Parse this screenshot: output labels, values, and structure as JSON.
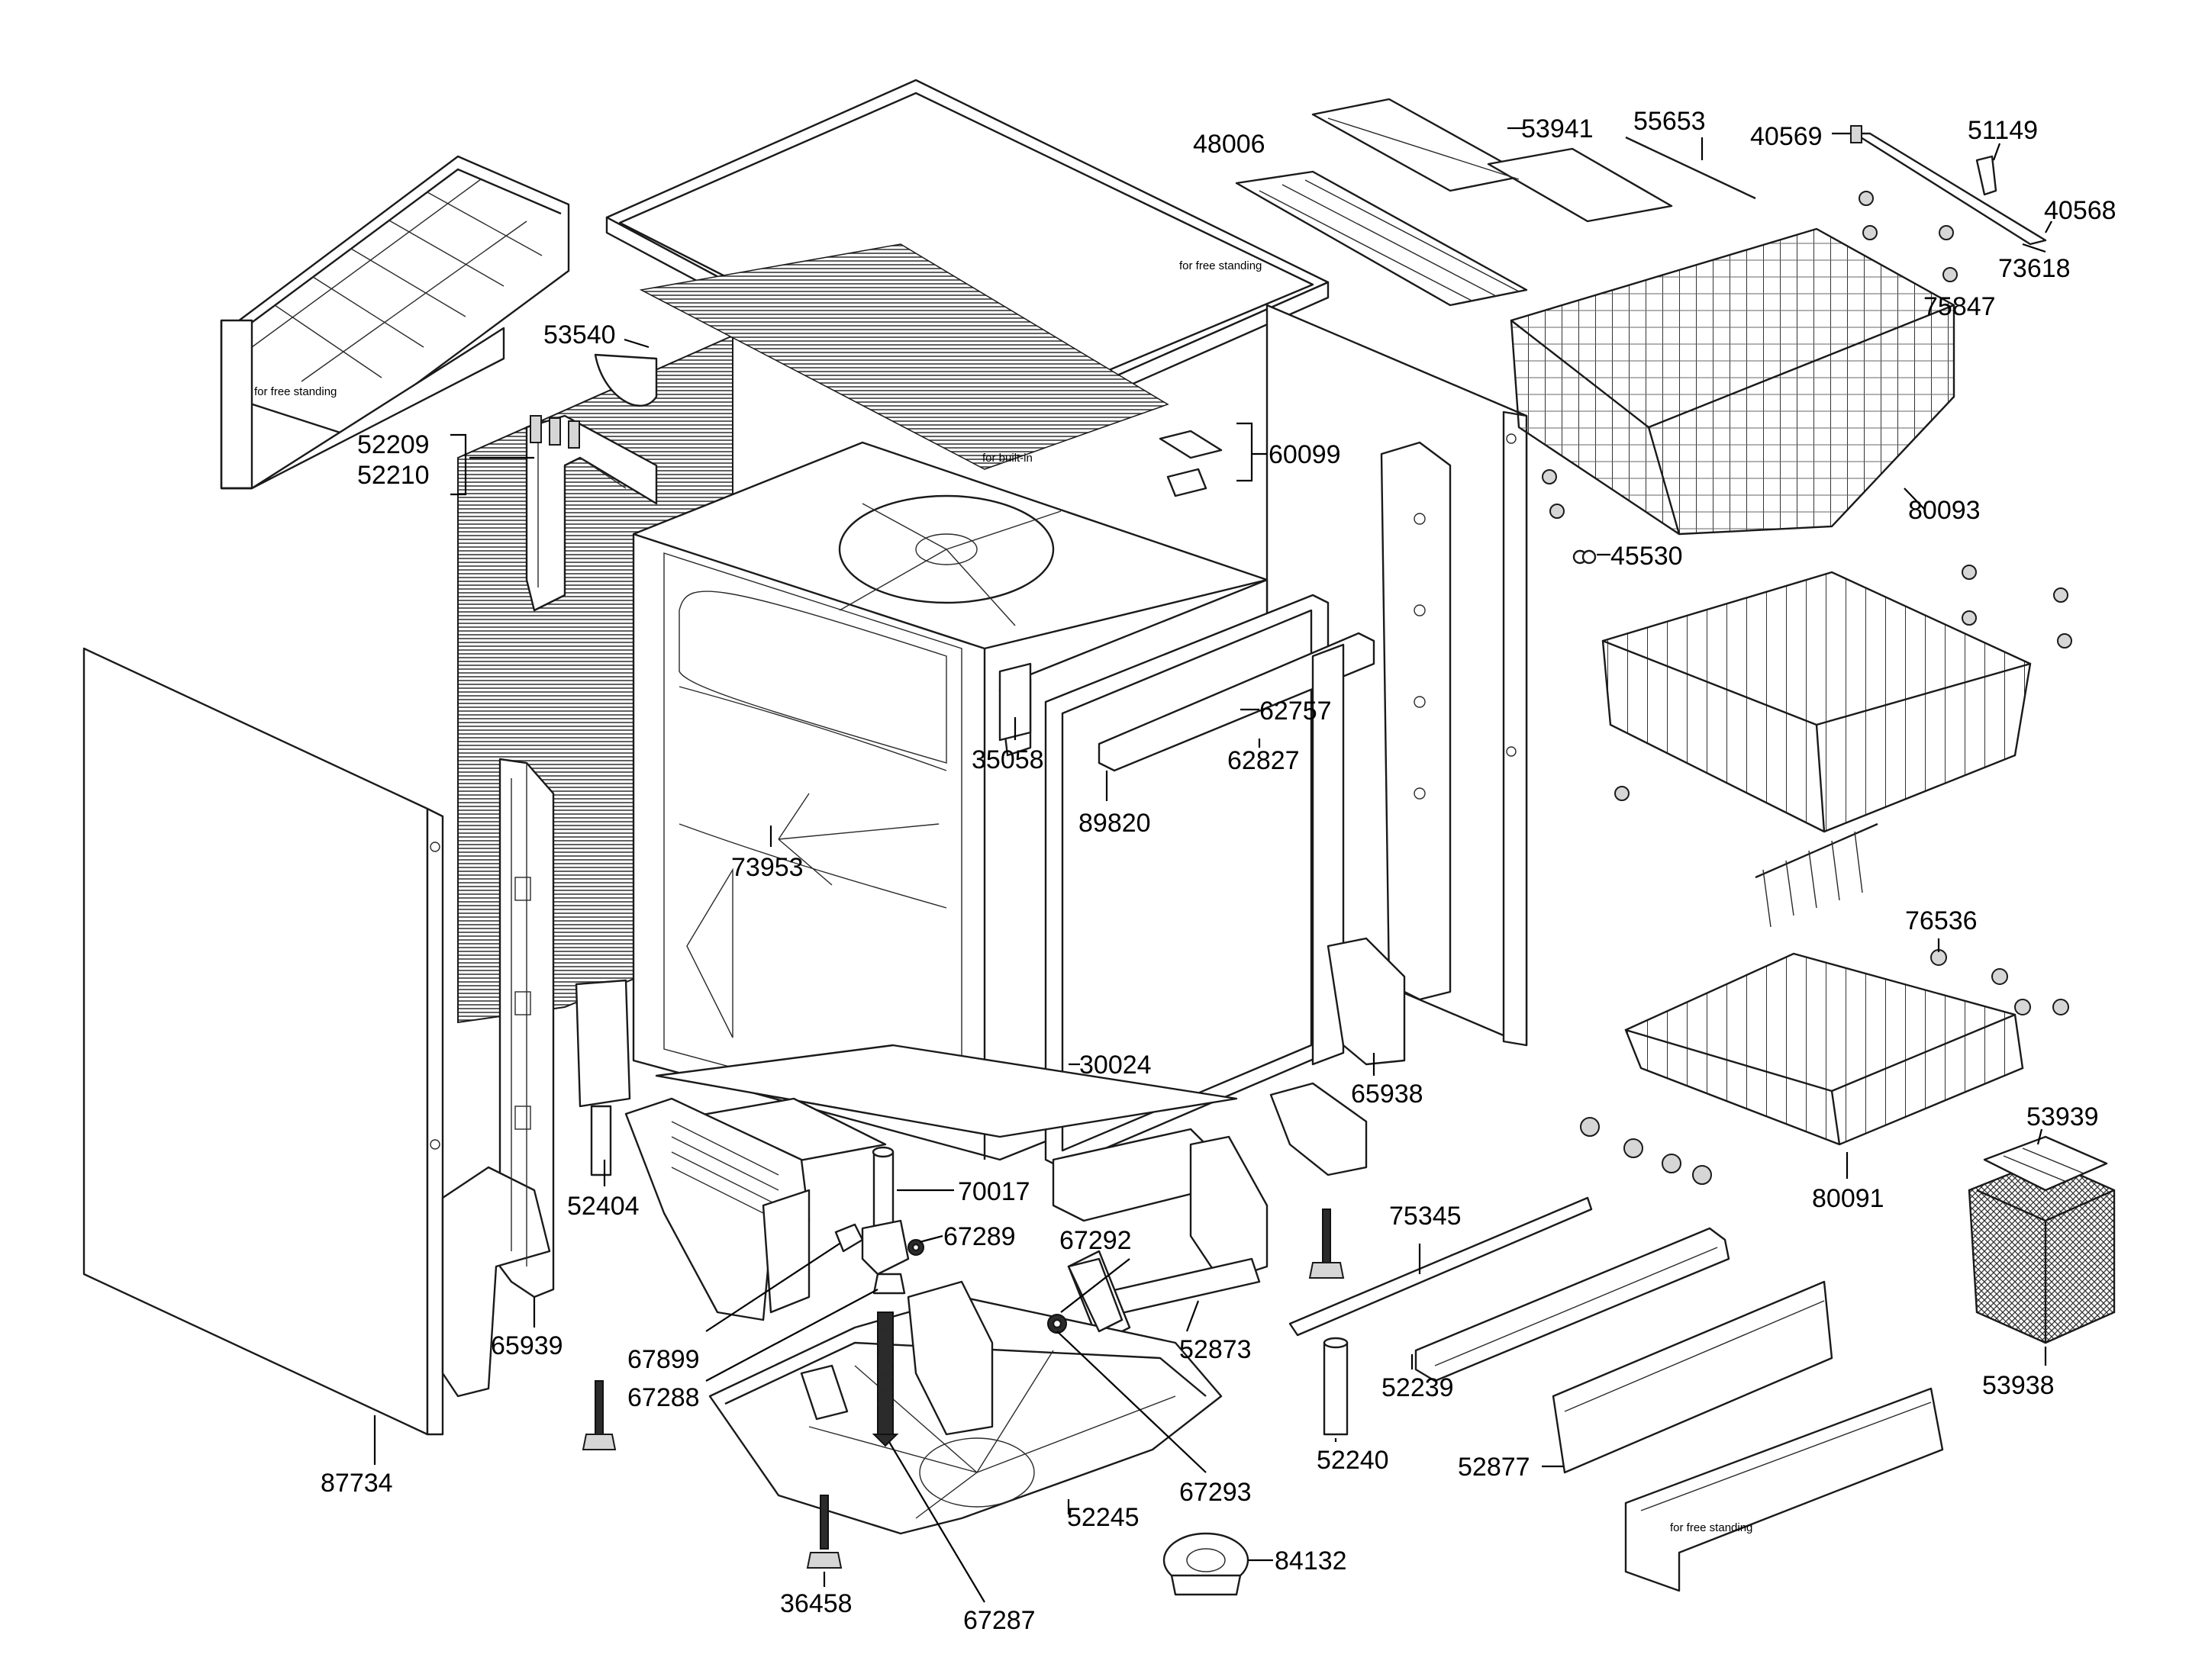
{
  "part_numbers": {
    "p87734": "87734",
    "p65939": "65939",
    "p52209": "52209",
    "p52210": "52210",
    "p53540": "53540",
    "p52404": "52404",
    "p73953": "73953",
    "p35058": "35058",
    "p89820": "89820",
    "p62757": "62757",
    "p62827": "62827",
    "p60099": "60099",
    "p30024": "30024",
    "p65938": "65938",
    "p48006": "48006",
    "p53941": "53941",
    "p55653": "55653",
    "p40569": "40569",
    "p51149": "51149",
    "p40568": "40568",
    "p73618": "73618",
    "p75847": "75847",
    "p80093": "80093",
    "p45530": "45530",
    "p76536": "76536",
    "p80091": "80091",
    "p53939": "53939",
    "p53938": "53938",
    "p70017": "70017",
    "p67289": "67289",
    "p67292": "67292",
    "p67899": "67899",
    "p67288": "67288",
    "p52873": "52873",
    "p75345": "75345",
    "p52239": "52239",
    "p52240": "52240",
    "p52877": "52877",
    "p67293": "67293",
    "p52245": "52245",
    "p84132": "84132",
    "p36458": "36458",
    "p67287": "67287"
  },
  "notes": {
    "free_standing_left": "for free standing",
    "free_standing_top": "for free standing",
    "built_in": "for built-in",
    "free_standing_bottom": "for free standing"
  }
}
